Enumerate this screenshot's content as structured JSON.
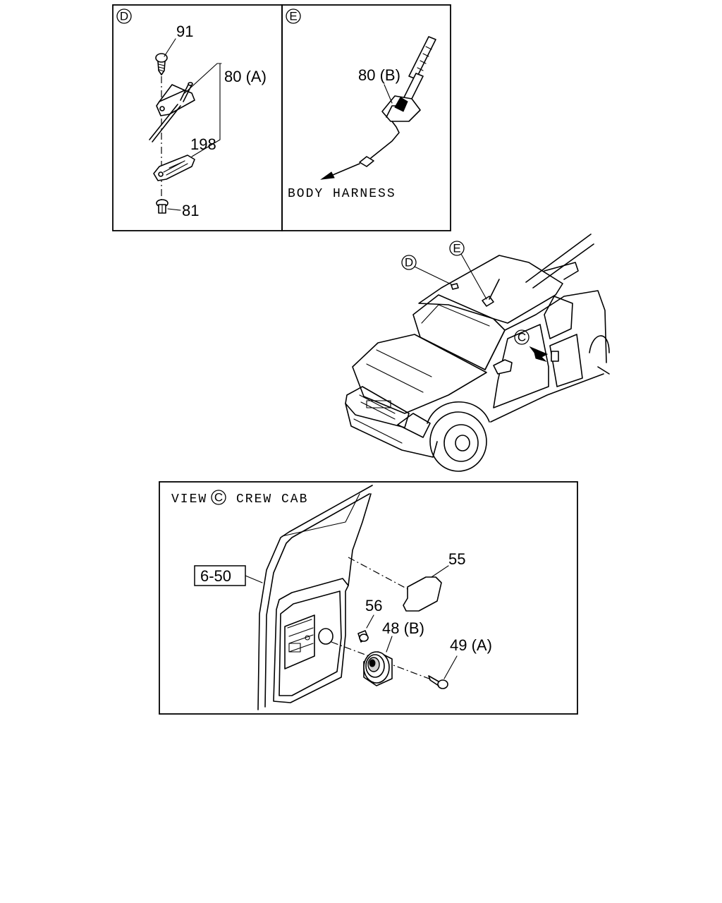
{
  "panel_d": {
    "id": "D",
    "labels": {
      "p91": "91",
      "p80a": "80 (A)",
      "p198": "198",
      "p81": "81"
    }
  },
  "panel_e": {
    "id": "E",
    "labels": {
      "p80b": "80 (B)",
      "harness": "BODY  HARNESS"
    }
  },
  "vehicle": {
    "callouts": {
      "d": "D",
      "e": "E",
      "c": "C"
    }
  },
  "panel_view": {
    "title_prefix": "VIEW",
    "title_circle": "C",
    "title_suffix": "CREW CAB",
    "labels": {
      "ref": "6-50",
      "p55": "55",
      "p56": "56",
      "p48b": "48 (B)",
      "p49a": "49 (A)"
    }
  }
}
